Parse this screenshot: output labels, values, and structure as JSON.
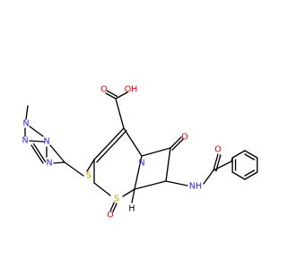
{
  "colors": {
    "bond": "#000000",
    "N": "#2b24e6",
    "O": "#e00000",
    "S": "#b8a000",
    "C": "#000000",
    "H": "#000000"
  },
  "labels": {
    "cooh": "OH",
    "lactam_n": "N",
    "lactam_o": "O",
    "ring_s": "S",
    "sulfoxide_o": "O",
    "amide_nh": "NH",
    "amide_o": "O",
    "thio_s": "S",
    "tz_n1": "N",
    "tz_n2": "N",
    "tz_n3": "N",
    "tz_n4": "N",
    "stereo_h": "H"
  }
}
